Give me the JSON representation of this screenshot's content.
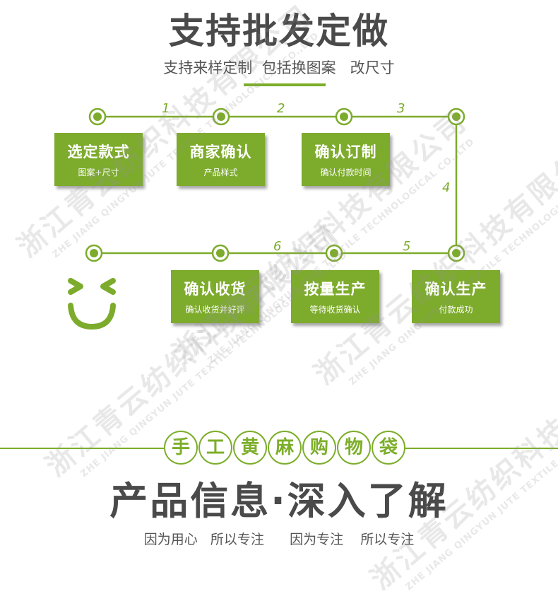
{
  "header": {
    "title": "支持批发定做",
    "subtitle": "支持来样定制  包括换图案   改尺寸"
  },
  "steps": [
    {
      "number": "1",
      "title": "选定款式",
      "sub": "图案+尺寸"
    },
    {
      "number": "2",
      "title": "商家确认",
      "sub": "产品样式"
    },
    {
      "number": "3",
      "title": "确认订制",
      "sub": "确认付款时间"
    },
    {
      "number": "4",
      "title": "确认生产",
      "sub": "付款成功"
    },
    {
      "number": "5",
      "title": "按量生产",
      "sub": "等待收货确认"
    },
    {
      "number": "6",
      "title": "确认收货",
      "sub": "确认收货并好评"
    }
  ],
  "product": {
    "chars": [
      "手",
      "工",
      "黄",
      "麻",
      "购",
      "物",
      "袋"
    ],
    "headline": "产品信息·深入了解",
    "slogan": "因为用心   所以专注      因为专注    所以专注"
  },
  "watermark": {
    "cn": "浙江青云纺织科技有限公司",
    "en": "ZHE JIANG QINGYUN JUTE TEXTILE TECHNOLOGICAL CO.,LTD"
  },
  "colors": {
    "accent": "#7dab2c",
    "text": "#4a4a4a"
  },
  "icons": [
    "smiley-icon"
  ]
}
